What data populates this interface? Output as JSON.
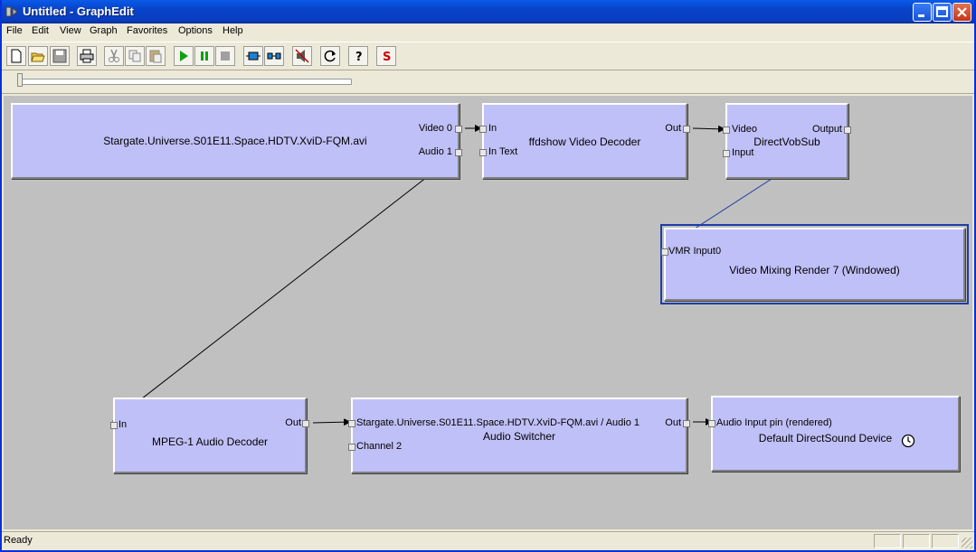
{
  "window": {
    "title": "Untitled - GraphEdit"
  },
  "menu": [
    "File",
    "Edit",
    "View",
    "Graph",
    "Favorites",
    "Options",
    "Help"
  ],
  "toolbar": [
    "new-icon",
    "open-icon",
    "save-icon",
    "print-icon",
    "cut-icon",
    "copy-icon",
    "paste-icon",
    "play-icon",
    "pause-icon",
    "stop-icon",
    "seek-icon",
    "insert-filters-icon",
    "mute-icon",
    "refresh-icon",
    "help-icon",
    "s-icon"
  ],
  "filters": {
    "source": {
      "name": "Stargate.Universe.S01E11.Space.HDTV.XviD-FQM.avi",
      "pins": {
        "video": "Video 0",
        "audio": "Audio 1"
      }
    },
    "ffdshow": {
      "name": "ffdshow Video Decoder",
      "pins": {
        "in": "In",
        "intext": "In Text",
        "out": "Out"
      }
    },
    "vobsub": {
      "name": "DirectVobSub",
      "pins": {
        "video": "Video",
        "input": "Input",
        "output": "Output"
      }
    },
    "vmr": {
      "name": "Video Mixing Render 7 (Windowed)",
      "pins": {
        "in": "VMR Input0"
      }
    },
    "mpeg": {
      "name": "MPEG-1 Audio Decoder",
      "pins": {
        "in": "In",
        "out": "Out"
      }
    },
    "switcher": {
      "name": "Audio Switcher",
      "pins": {
        "in1": "Stargate.Universe.S01E11.Space.HDTV.XviD-FQM.avi / Audio 1",
        "in2": "Channel 2",
        "out": "Out"
      }
    },
    "dsound": {
      "name": "Default DirectSound Device",
      "pins": {
        "in": "Audio Input pin (rendered)"
      }
    }
  },
  "status": {
    "text": "Ready"
  },
  "colors": {
    "filter": "#c0c0f8",
    "canvas": "#c0c0c0",
    "selected_wire": "#1c3ea6"
  }
}
